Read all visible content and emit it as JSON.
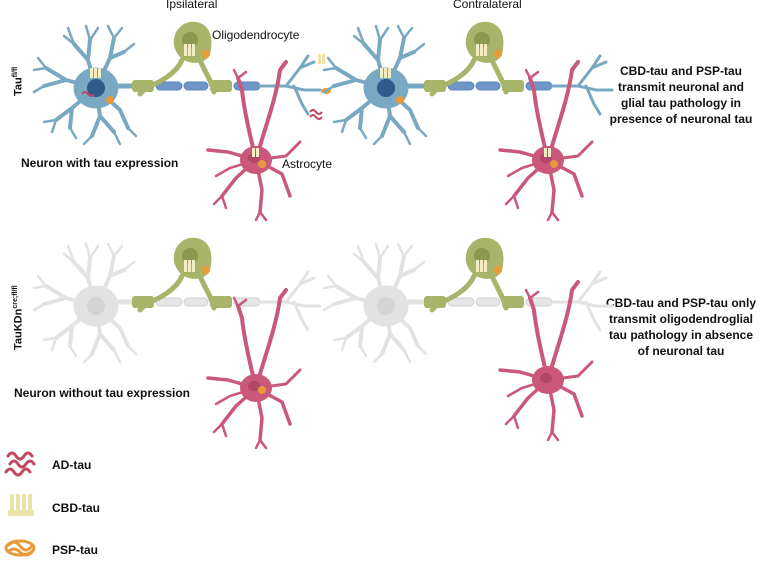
{
  "headers": {
    "ipsilateral": "Ipsilateral",
    "contralateral": "Contralateral"
  },
  "rows": [
    {
      "genotype_main": "Tau",
      "genotype_sup": "fl/fl",
      "neuron_caption": "Neuron with tau expression",
      "summary": "CBD-tau and PSP-tau transmit neuronal and glial tau pathology in presence of neuronal tau"
    },
    {
      "genotype_main": "TauKDn",
      "genotype_sup": "cre;fl/fl",
      "neuron_caption": "Neuron without tau expression",
      "summary": "CBD-tau and PSP-tau only transmit oligodendroglial tau pathology in absence of neuronal tau"
    }
  ],
  "cell_labels": {
    "oligodendrocyte": "Oligodendrocyte",
    "astrocyte": "Astrocyte"
  },
  "legend": [
    {
      "label": "AD-tau",
      "icon": "ad-tau-icon",
      "color": "#c0485f"
    },
    {
      "label": "CBD-tau",
      "icon": "cbd-tau-icon",
      "color": "#ece3a8"
    },
    {
      "label": "PSP-tau",
      "icon": "psp-tau-icon",
      "color": "#e89a3a"
    }
  ],
  "colors": {
    "neuron_with_tau": "#79a9c2",
    "neuron_without_tau": "#e2e2e2",
    "oligodendrocyte": "#a7b46a",
    "astrocyte": "#c9587a",
    "myelin_blue": "#7096c8",
    "myelin_grey": "#d3d3d3"
  }
}
